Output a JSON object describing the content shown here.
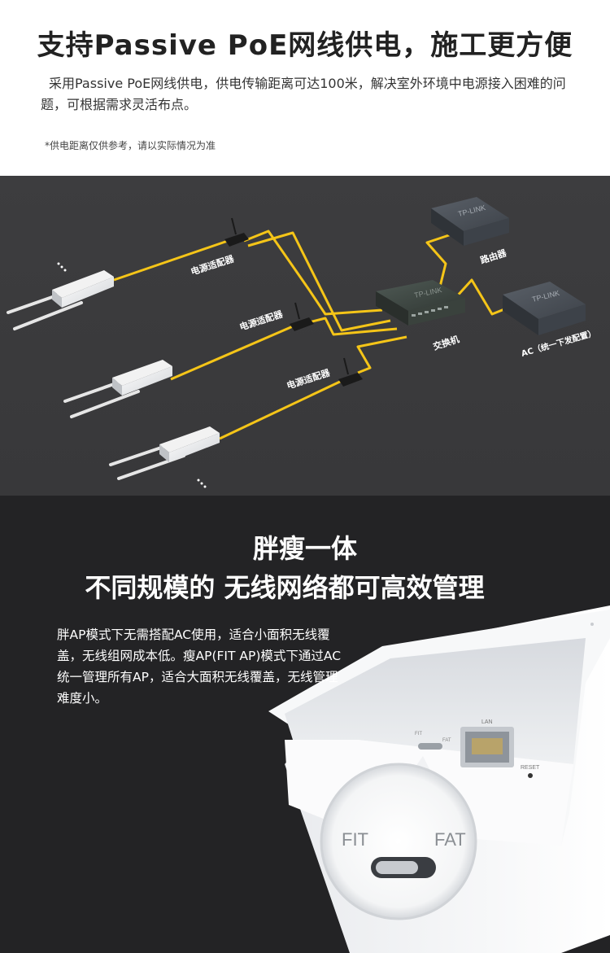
{
  "header": {
    "title": "支持Passive PoE网线供电，施工更方便",
    "description": "采用Passive PoE网线供电，供电传输距离可达100米，解决室外环境中电源接入困难的问题，可根据需求灵活布点。",
    "note": "*供电距离仅供参考，请以实际情况为准"
  },
  "diagram": {
    "labels": {
      "adapter_1": "电源适配器",
      "adapter_2": "电源适配器",
      "adapter_3": "电源适配器",
      "switch": "交换机",
      "router": "路由器",
      "ac": "AC（统一下发配置）"
    },
    "device_brand": "TP-LINK",
    "colors": {
      "background": "#3b3b3d",
      "cable": "#f5c518",
      "device": "#4a5058"
    }
  },
  "feature": {
    "heading": "胖瘦一体",
    "subheading": "不同规模的 无线网络都可高效管理",
    "body": "胖AP模式下无需搭配AC使用，适合小面积无线覆盖，无线组网成本低。瘦AP(FIT AP)模式下通过AC统一管理所有AP，适合大面积无线覆盖，无线管理难度小。",
    "device_labels": {
      "lan": "LAN",
      "fit_small": "FIT",
      "fat_small": "FAT",
      "reset": "RESET",
      "fit_large": "FIT",
      "fat_large": "FAT"
    }
  }
}
